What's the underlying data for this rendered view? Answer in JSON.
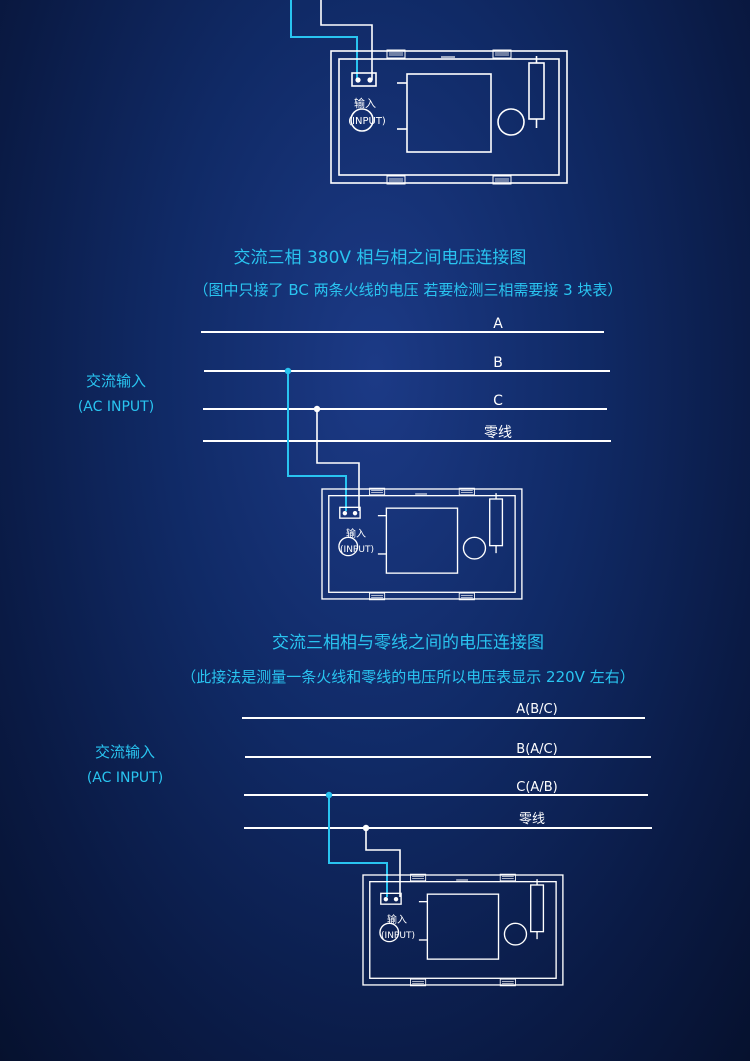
{
  "colors": {
    "cyan": "#29c4f0",
    "white": "#ffffff",
    "background": "#102a66"
  },
  "meter": {
    "input_cn": "输入",
    "input_en": "(INPUT)"
  },
  "section_top": {},
  "section_phase_to_phase": {
    "title": "交流三相 380V 相与相之间电压连接图",
    "subtitle": "（图中只接了 BC 两条火线的电压  若要检测三相需要接 3 块表）",
    "ac_input_cn": "交流输入",
    "ac_input_en": "(AC INPUT)",
    "lines": [
      "A",
      "B",
      "C",
      "零线"
    ]
  },
  "section_phase_to_neutral": {
    "title": "交流三相相与零线之间的电压连接图",
    "subtitle": "（此接法是测量一条火线和零线的电压所以电压表显示 220V 左右）",
    "ac_input_cn": "交流输入",
    "ac_input_en": "(AC INPUT)",
    "lines": [
      "A(B/C)",
      "B(A/C)",
      "C(A/B)",
      "零线"
    ]
  }
}
